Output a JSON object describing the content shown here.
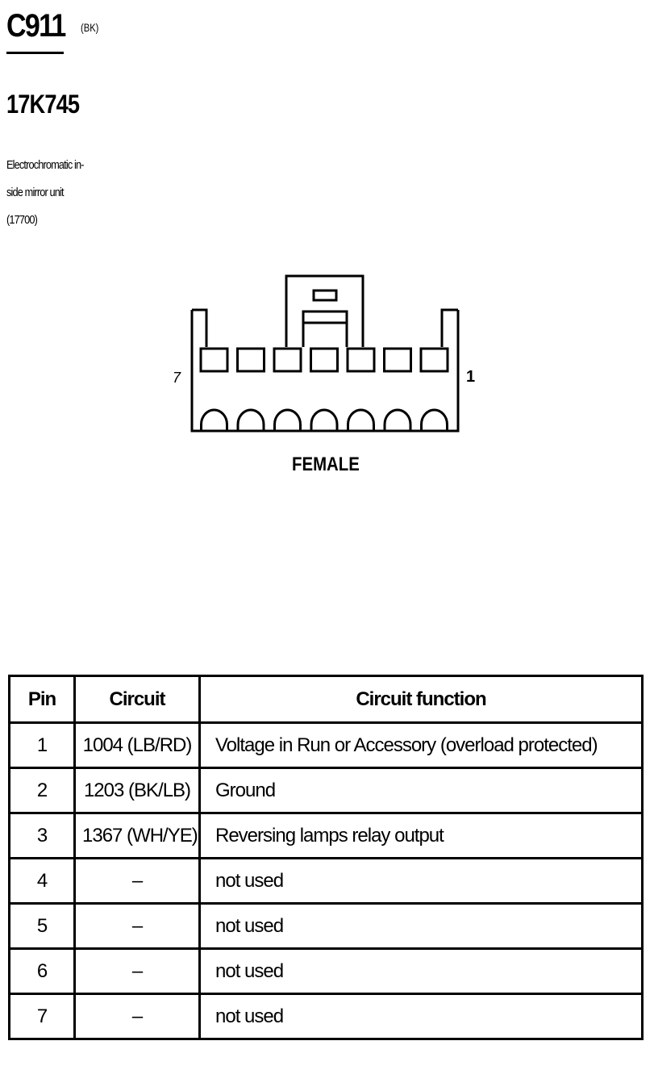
{
  "header": {
    "connector_id": "C911",
    "color_code": "(BK)",
    "part_number": "17K745",
    "description_lines": [
      "Electrochromatic in-",
      "side mirror unit",
      "(17700)"
    ]
  },
  "diagram": {
    "left_pin_label": "7",
    "right_pin_label": "1",
    "gender": "FEMALE",
    "pin_count": 7
  },
  "table": {
    "headers": {
      "pin": "Pin",
      "circuit": "Circuit",
      "function": "Circuit function"
    },
    "rows": [
      {
        "pin": "1",
        "circuit": "1004 (LB/RD)",
        "function": "Voltage in Run or Accessory (overload protected)"
      },
      {
        "pin": "2",
        "circuit": "1203 (BK/LB)",
        "function": "Ground"
      },
      {
        "pin": "3",
        "circuit": "1367 (WH/YE)",
        "function": "Reversing lamps relay output"
      },
      {
        "pin": "4",
        "circuit": "–",
        "function": "not used"
      },
      {
        "pin": "5",
        "circuit": "–",
        "function": "not used"
      },
      {
        "pin": "6",
        "circuit": "–",
        "function": "not used"
      },
      {
        "pin": "7",
        "circuit": "–",
        "function": "not used"
      }
    ]
  }
}
